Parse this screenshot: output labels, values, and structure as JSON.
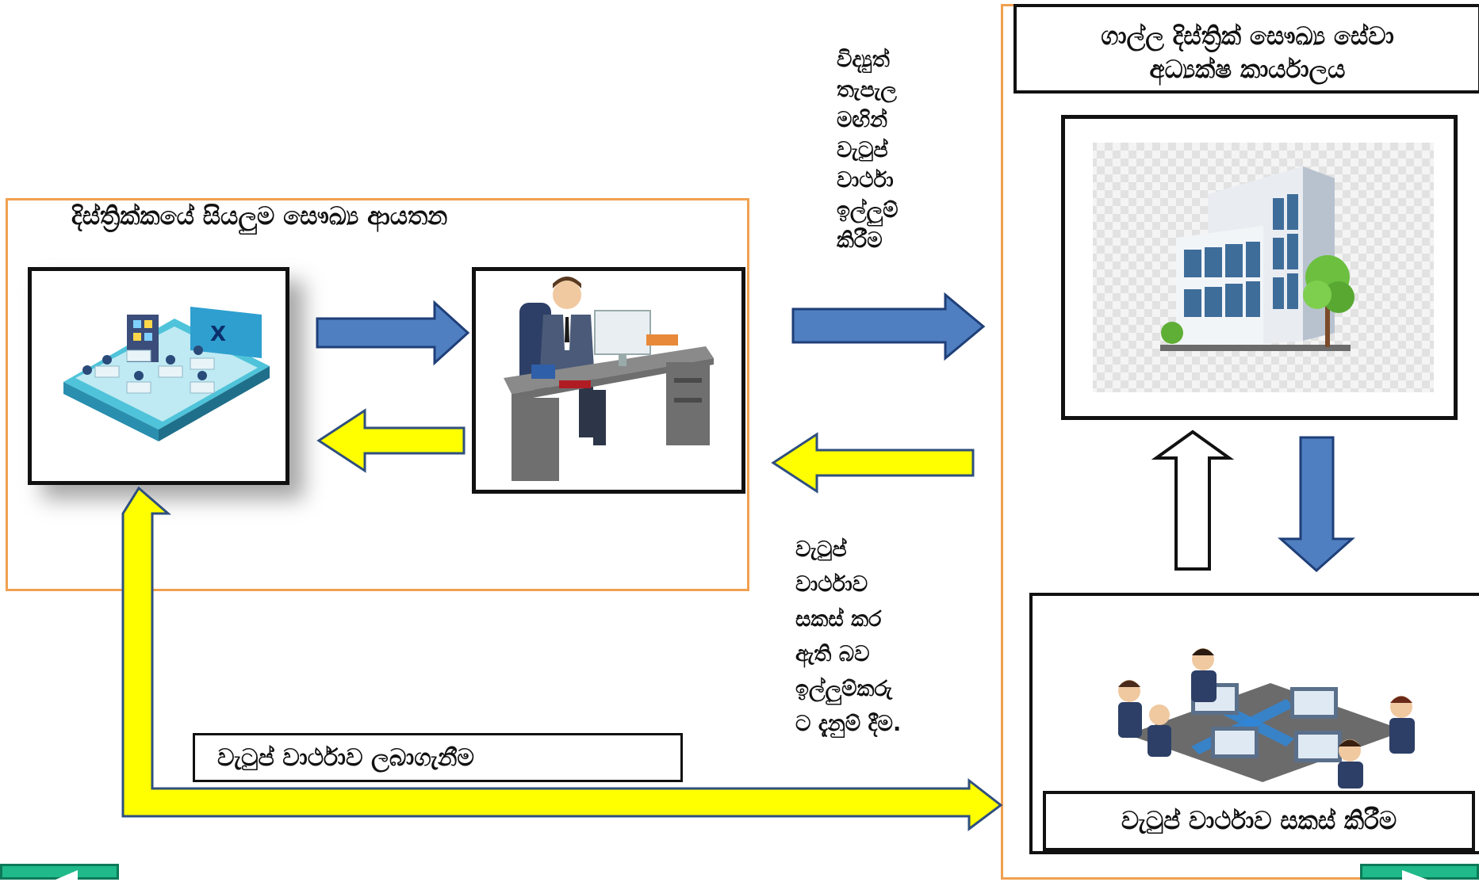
{
  "left_panel": {
    "title": "දිස්ත්‍රික්කයේ සියලුම සෞඛ්‍ය ආයතන"
  },
  "right_panel": {
    "title_line1": "ගාල්ල දිස්ත්‍රික් සෞඛ්‍ය සේවා",
    "title_line2": "අධ්‍යක්ෂ කාර්යාලය",
    "bottom_caption": "වැටුප් වාර්ථාව සකස් කිරීම"
  },
  "request_text_lines": [
    "විද්‍යුත්",
    "තැපැල",
    "මඟින්",
    "වැටුප්",
    "වාර්ථා",
    "ඉල්ලුම්",
    "කිරීම"
  ],
  "notify_text_lines": [
    "වැටුප්",
    "වාර්ථාව",
    "සකස් කර",
    "ඇති බව",
    "ඉල්ලුම්කරු",
    "ට දැනුම් දීම."
  ],
  "bottom_label": "වැටුප් වාර්ථාව ලබාගැනීම",
  "icons": {
    "health_institutions": "office-floor-plan-icon",
    "clerk": "clerk-at-desk-icon",
    "office_building": "office-building-icon",
    "payroll_team": "team-at-computers-icon"
  },
  "colors": {
    "blue_arrow": "#4f7fc0",
    "yellow_arrow": "#ffff00",
    "frame_orange": "#f0a050",
    "nav_green": "#1fb98a"
  }
}
